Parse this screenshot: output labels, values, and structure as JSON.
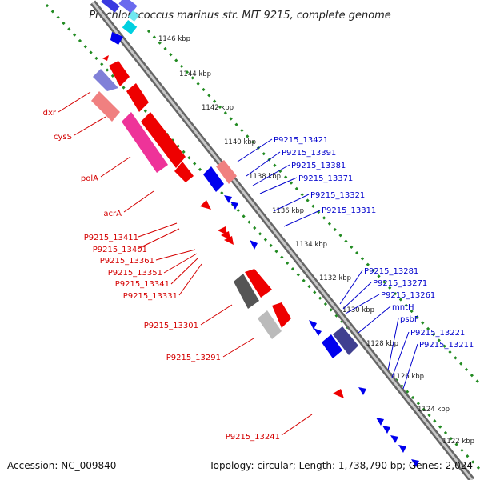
{
  "title": "Prochlorococcus marinus str. MIT 9215, complete genome",
  "footer": {
    "accession": "Accession: NC_009840",
    "summary": "Topology: circular; Length: 1,738,790 bp; Genes: 2,024"
  },
  "ticks": [
    "1146 kbp",
    "1144 kbp",
    "1142 kbp",
    "1140 kbp",
    "1138 kbp",
    "1136 kbp",
    "1134 kbp",
    "1132 kbp",
    "1130 kbp",
    "1128 kbp",
    "1126 kbp",
    "1124 kbp",
    "1122 kbp"
  ],
  "labels_forward": [
    "P9215_13421",
    "P9215_13391",
    "P9215_13381",
    "P9215_13371",
    "P9215_13321",
    "P9215_13311",
    "P9215_13281",
    "P9215_13271",
    "P9215_13261",
    "mntH",
    "psbF",
    "P9215_13221",
    "P9215_13211"
  ],
  "labels_reverse": [
    "dxr",
    "cysS",
    "polA",
    "acrA",
    "P9215_13411",
    "P9215_13401",
    "P9215_13361",
    "P9215_13351",
    "P9215_13341",
    "P9215_13331",
    "P9215_13301",
    "P9215_13291",
    "P9215_13241"
  ],
  "colors": {
    "forward_strand": "#0000ee",
    "reverse_strand": "#ee0000",
    "backbone": "#888888",
    "gc_track": "#228b22"
  }
}
